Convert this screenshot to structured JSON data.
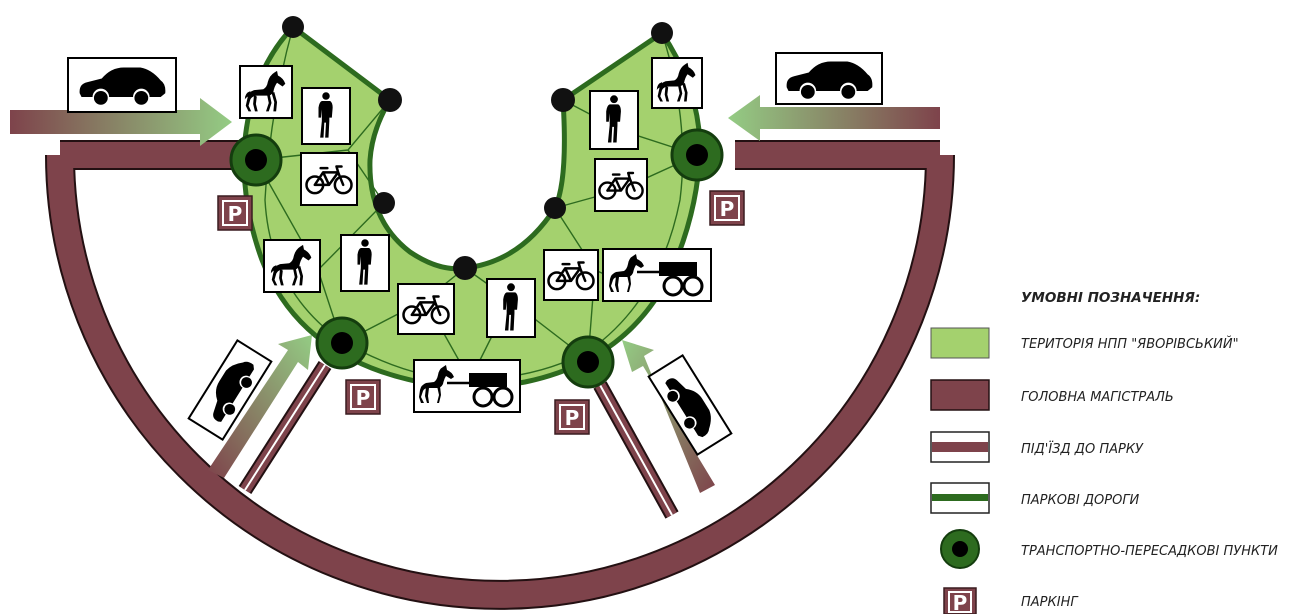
{
  "colors": {
    "territory": "#a4d16e",
    "territory_stroke": "#2d6b1f",
    "magistral": "#7e434b",
    "park_road": "#2d6b1f",
    "node_dark": "#111111",
    "arrow_green": "#94cc84"
  },
  "legend": {
    "title": "УМОВНІ ПОЗНАЧЕННЯ:",
    "items": [
      {
        "key": "territory",
        "label": "ТЕРИТОРІЯ НПП \"ЯВОРІВСЬКИЙ\""
      },
      {
        "key": "main-road",
        "label": "ГОЛОВНА МАГІСТРАЛЬ"
      },
      {
        "key": "access-road",
        "label": "ПІД'ЇЗД ДО ПАРКУ"
      },
      {
        "key": "park-roads",
        "label": "ПАРКОВІ ДОРОГИ"
      },
      {
        "key": "transfer-points",
        "label": "ТРАНСПОРТНО-ПЕРЕСАДКОВІ ПУНКТИ"
      },
      {
        "key": "parking",
        "label": "ПАРКІНГ"
      }
    ]
  },
  "parking_sign": "P",
  "icons": {
    "car": "car-icon",
    "horse": "horse-icon",
    "walker": "pedestrian-icon",
    "bicycle": "bicycle-icon",
    "cart": "horse-cart-icon"
  }
}
